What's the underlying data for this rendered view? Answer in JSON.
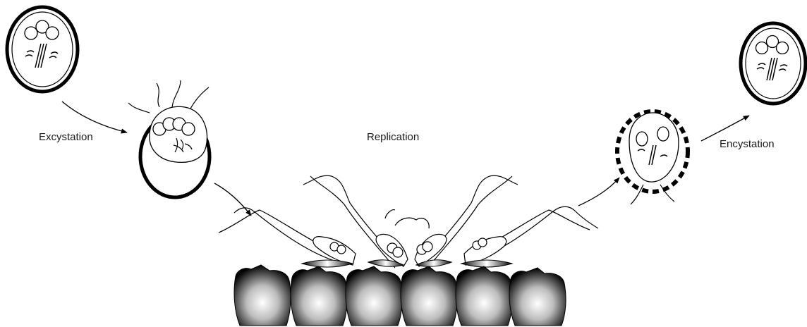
{
  "labels": {
    "excystation": "Excystation",
    "replication": "Replication",
    "encystation": "Encystation"
  },
  "icons": {
    "cyst": "giardia-cyst-icon",
    "excyzoite": "excyzoite-icon",
    "trophozoite": "trophozoite-icon",
    "encysting_cell": "encysting-cell-icon",
    "epithelial_cell": "epithelial-cell-icon",
    "arrow": "arrow-icon"
  },
  "colors": {
    "ink": "#000000",
    "background": "#ffffff",
    "cell_gradient_center": "#ffffff",
    "cell_gradient_edge": "#000000"
  }
}
